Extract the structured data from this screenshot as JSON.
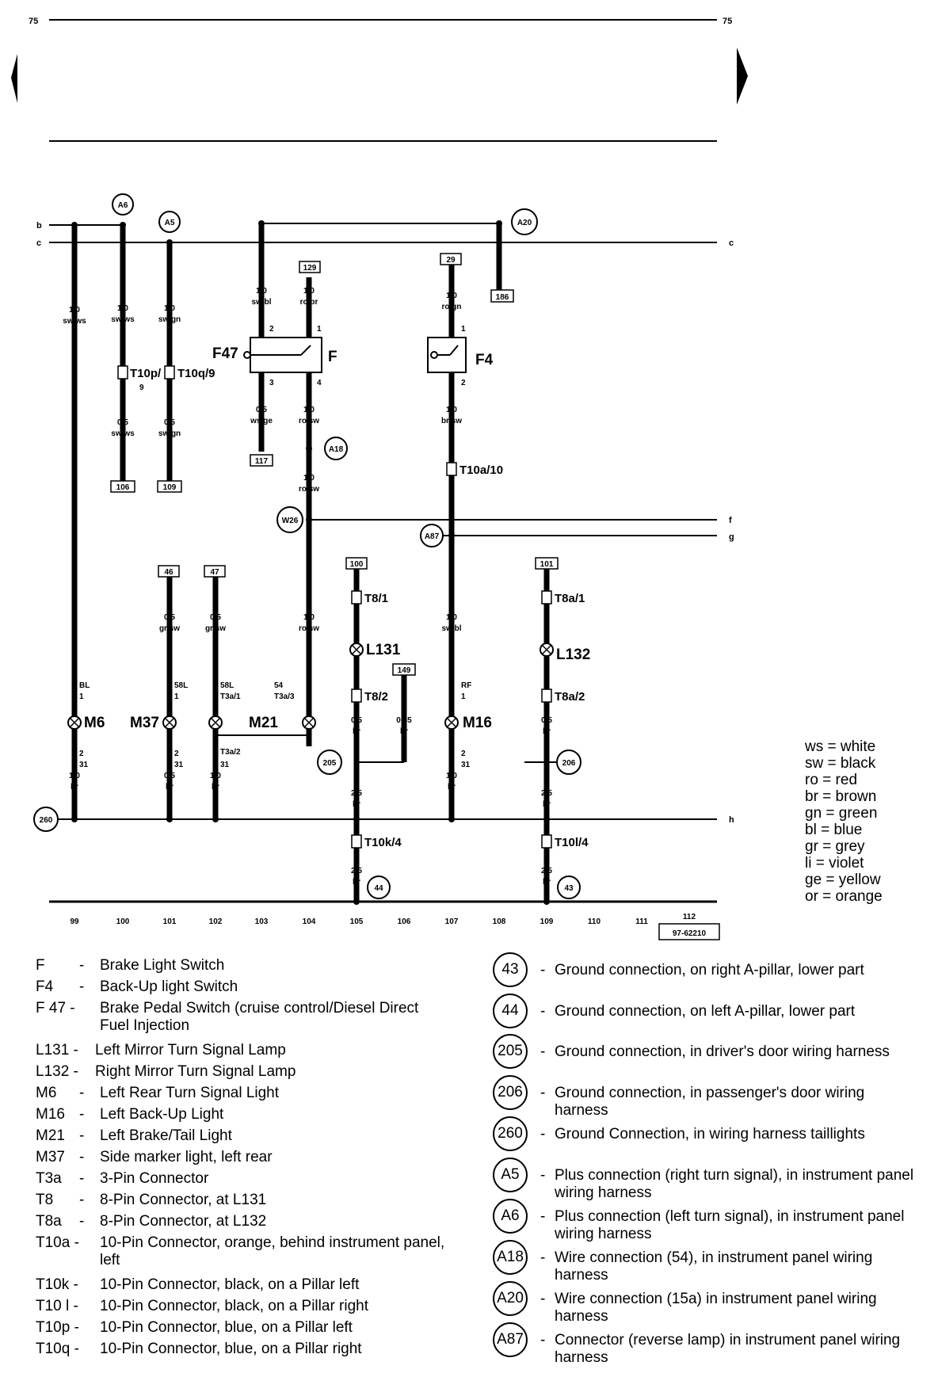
{
  "page": {
    "number_left": "75",
    "number_right": "75",
    "doc_code": "97-62210"
  },
  "buses": {
    "b": "b",
    "c_left": "c",
    "c_right": "c",
    "f": "f",
    "g": "g",
    "h": "h"
  },
  "track_numbers": [
    "99",
    "100",
    "101",
    "102",
    "103",
    "104",
    "105",
    "106",
    "107",
    "108",
    "109",
    "110",
    "111",
    "112"
  ],
  "circuit_refs": {
    "r129": "129",
    "r29": "29",
    "r186": "186",
    "r117": "117",
    "r106": "106",
    "r109": "109",
    "r46": "46",
    "r47": "47",
    "r100": "100",
    "r101": "101",
    "r149": "149"
  },
  "circle_refs": {
    "a6": "A6",
    "a5": "A5",
    "a20": "A20",
    "a18": "A18",
    "w26": "W26",
    "a87": "A87",
    "g205": "205",
    "g206": "206",
    "g260": "260",
    "g44": "44",
    "g43": "43"
  },
  "components": {
    "f47": "F47",
    "f": "F",
    "f4": "F4",
    "m6": "M6",
    "m37": "M37",
    "m21": "M21",
    "m16": "M16",
    "l131": "L131",
    "l132": "L132",
    "t10p": "T10p/",
    "t10p_pin": "9",
    "t10q": "T10q/9",
    "t10a": "T10a/10",
    "t8_1": "T8/1",
    "t8a_1": "T8a/1",
    "t8_2": "T8/2",
    "t8a_2": "T8a/2",
    "t10k": "T10k/4",
    "t10l": "T10l/4",
    "t3a_2": "T3a/2"
  },
  "wire_labels": {
    "w99_top": [
      "1,0",
      "sw/ws"
    ],
    "w100_top": [
      "1,0",
      "sw/ws"
    ],
    "w101_top": [
      "1,0",
      "sw/gn"
    ],
    "w100_bot": [
      "0,5",
      "sw/ws"
    ],
    "w101_bot": [
      "0,5",
      "sw/gn"
    ],
    "w103_top": [
      "1,0",
      "sw/bl"
    ],
    "w104_top": [
      "1,0",
      "ro/br"
    ],
    "w103_bot": [
      "0,5",
      "ws/ge"
    ],
    "w104_mid": [
      "1,0",
      "ro/sw"
    ],
    "w104_low": [
      "1,0",
      "ro/sw"
    ],
    "w104_bottom": [
      "1,0",
      "ro/sw"
    ],
    "w107_top": [
      "1,0",
      "ro/gn"
    ],
    "w107_mid": [
      "1,0",
      "br/sw"
    ],
    "w107_low": [
      "1,0",
      "sw/bl"
    ],
    "w101_mid": [
      "0,5",
      "gr/sw"
    ],
    "w102_mid": [
      "0,5",
      "gr/sw"
    ],
    "w105_a": [
      "0,5",
      "br"
    ],
    "w106_a": [
      "0,35",
      "br"
    ],
    "w109_a": [
      "0,5",
      "br"
    ],
    "w99_bot": [
      "1,0",
      "br"
    ],
    "w101_gnd": [
      "0,5",
      "br"
    ],
    "w102_gnd": [
      "1,0",
      "br"
    ],
    "w105_b": [
      "2,5",
      "br"
    ],
    "w105_c": [
      "2,5",
      "br"
    ],
    "w107_bot": [
      "1,0",
      "br"
    ],
    "w109_b": [
      "2,5",
      "br"
    ],
    "w109_c": [
      "2,5",
      "br"
    ]
  },
  "pin_labels": {
    "p103_2": "2",
    "p104_1": "1",
    "p103_3": "3",
    "p104_4": "4",
    "p107_1": "1",
    "p107_2": "2",
    "m6_in": [
      "BL",
      "1"
    ],
    "m37_in": [
      "58L",
      "1"
    ],
    "m21_in": [
      "58L",
      "T3a/1"
    ],
    "m21_54": [
      "54",
      "T3a/3"
    ],
    "m16_in": [
      "RF",
      "1"
    ],
    "m6_out": [
      "2",
      "31"
    ],
    "m37_out": [
      "2",
      "31"
    ],
    "m21_out": "31",
    "m16_out": [
      "2",
      "31"
    ]
  },
  "legend": [
    {
      "code": "F",
      "desc": "Brake Light Switch"
    },
    {
      "code": "F4",
      "desc": "Back-Up light Switch"
    },
    {
      "code": "F 47 -",
      "desc": "Brake Pedal Switch (cruise control/Diesel Direct Fuel Injection"
    },
    {
      "code": "L131 -",
      "desc": "Left Mirror Turn Signal Lamp"
    },
    {
      "code": "L132 -",
      "desc": "Right Mirror Turn Signal Lamp"
    },
    {
      "code": "M6",
      "desc": "Left Rear Turn Signal Light"
    },
    {
      "code": "M16",
      "desc": "Left Back-Up Light"
    },
    {
      "code": "M21",
      "desc": "Left Brake/Tail Light"
    },
    {
      "code": "M37",
      "desc": "Side marker light, left rear"
    },
    {
      "code": "T3a",
      "desc": "3-Pin Connector"
    },
    {
      "code": "T8",
      "desc": "8-Pin Connector, at L131"
    },
    {
      "code": "T8a",
      "desc": "8-Pin Connector, at L132"
    },
    {
      "code": "T10a -",
      "desc": "10-Pin Connector, orange, behind instrument panel, left"
    },
    {
      "code": "T10k -",
      "desc": "10-Pin Connector, black, on a Pillar left"
    },
    {
      "code": "T10 l -",
      "desc": "10-Pin Connector, black, on a Pillar right"
    },
    {
      "code": "T10p -",
      "desc": "10-Pin Connector, blue, on a Pillar left"
    },
    {
      "code": "T10q -",
      "desc": "10-Pin Connector, blue, on a Pillar right"
    }
  ],
  "legend_dash": "-",
  "ground_legend": [
    {
      "code": "43",
      "desc": "Ground connection, on right A-pillar, lower part"
    },
    {
      "code": "44",
      "desc": "Ground connection, on left A-pillar, lower part"
    },
    {
      "code": "205",
      "desc": "Ground connection, in driver's door wiring harness"
    },
    {
      "code": "206",
      "desc": "Ground connection, in passenger's door wiring harness"
    },
    {
      "code": "260",
      "desc": "Ground Connection, in wiring harness taillights"
    },
    {
      "code": "A5",
      "desc": "Plus connection (right turn signal), in instrument panel wiring harness"
    },
    {
      "code": "A6",
      "desc": "Plus connection (left turn signal), in instrument panel wiring harness"
    },
    {
      "code": "A18",
      "desc": "Wire connection (54), in instrument panel wiring harness"
    },
    {
      "code": "A20",
      "desc": "Wire connection (15a) in instrument panel wiring harness"
    },
    {
      "code": "A87",
      "desc": "Connector (reverse lamp) in instrument panel wiring harness"
    }
  ],
  "color_codes": [
    "ws = white",
    "sw = black",
    "ro = red",
    "br = brown",
    "gn = green",
    "bl = blue",
    "gr = grey",
    "li = violet",
    "ge = yellow",
    "or = orange"
  ]
}
